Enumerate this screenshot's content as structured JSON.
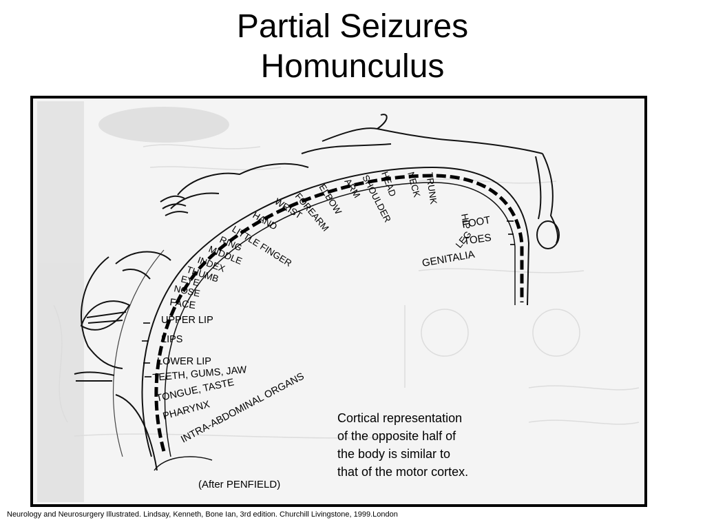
{
  "slide": {
    "title_line1": "Partial Seizures",
    "title_line2": "Homunculus",
    "caption": "Neurology and Neurosurgery Illustrated. Lindsay, Kenneth, Bone Ian, 3rd edition. Churchill Livingstone, 1999.London"
  },
  "figure": {
    "labels": [
      {
        "key": "genitalia",
        "text": "GENITALIA"
      },
      {
        "key": "toes",
        "text": "TOES"
      },
      {
        "key": "foot",
        "text": "FOOT"
      },
      {
        "key": "leg",
        "text": "LEG"
      },
      {
        "key": "hip",
        "text": "HIP"
      },
      {
        "key": "trunk",
        "text": "TRUNK"
      },
      {
        "key": "neck",
        "text": "NECK"
      },
      {
        "key": "head",
        "text": "HEAD"
      },
      {
        "key": "shoulder",
        "text": "SHOULDER"
      },
      {
        "key": "arm",
        "text": "ARM"
      },
      {
        "key": "elbow",
        "text": "ELBOW"
      },
      {
        "key": "forearm",
        "text": "FOREARM"
      },
      {
        "key": "wrist",
        "text": "WRIST"
      },
      {
        "key": "hand",
        "text": "HAND"
      },
      {
        "key": "little_finger",
        "text": "LITTLE FINGER"
      },
      {
        "key": "ring",
        "text": "RING"
      },
      {
        "key": "middle",
        "text": "MIDDLE"
      },
      {
        "key": "index",
        "text": "INDEX"
      },
      {
        "key": "thumb",
        "text": "THUMB"
      },
      {
        "key": "eye",
        "text": "EYE"
      },
      {
        "key": "nose",
        "text": "NOSE"
      },
      {
        "key": "face",
        "text": "FACE"
      },
      {
        "key": "upper_lip",
        "text": "UPPER LIP"
      },
      {
        "key": "lips",
        "text": "LIPS"
      },
      {
        "key": "lower_lip",
        "text": "LOWER LIP"
      },
      {
        "key": "teeth",
        "text": "TEETH, GUMS, JAW"
      },
      {
        "key": "tongue",
        "text": "TONGUE, TASTE"
      },
      {
        "key": "pharynx",
        "text": "PHARYNX"
      },
      {
        "key": "intra",
        "text": "INTRA-ABDOMINAL ORGANS"
      }
    ],
    "note_line1": "Cortical representation",
    "note_line2": "of the opposite half of",
    "note_line3": "the body is similar to",
    "note_line4": "that of the motor cortex.",
    "credit": "(After PENFIELD)"
  }
}
